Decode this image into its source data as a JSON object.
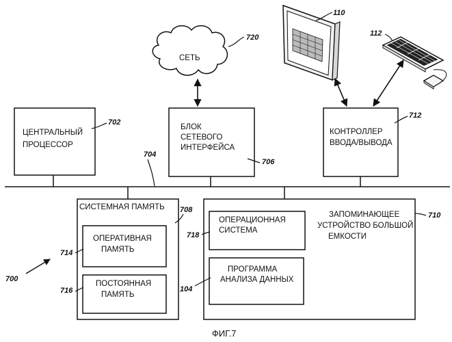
{
  "figure": {
    "caption": "ФИГ.7",
    "figure_ref": "700",
    "network": {
      "label": "СЕТЬ",
      "ref": "720"
    },
    "monitor": {
      "ref": "110"
    },
    "keyboard": {
      "ref": "112"
    },
    "cpu": {
      "line1": "ЦЕНТРАЛЬНЫЙ",
      "line2": "ПРОЦЕССОР",
      "ref": "702"
    },
    "nic": {
      "line1": "БЛОК",
      "line2": "СЕТЕВОГО",
      "line3": "ИНТЕРФЕЙСА",
      "ref": "706"
    },
    "io": {
      "line1": "КОНТРОЛЛЕР",
      "line2": "ВВОДА/ВЫВОДА",
      "ref": "712"
    },
    "bus": {
      "ref": "704"
    },
    "system_memory": {
      "title": "СИСТЕМНАЯ ПАМЯТЬ",
      "ref": "708"
    },
    "ram": {
      "line1": "ОПЕРАТИВНАЯ",
      "line2": "ПАМЯТЬ",
      "ref": "714"
    },
    "rom": {
      "line1": "ПОСТОЯННАЯ",
      "line2": "ПАМЯТЬ",
      "ref": "716"
    },
    "storage": {
      "line1": "ЗАПОМИНАЮЩЕЕ",
      "line2": "УСТРОЙСТВО БОЛЬШОЙ",
      "line3": "ЕМКОСТИ",
      "ref": "710"
    },
    "os": {
      "line1": "ОПЕРАЦИОННАЯ",
      "line2": "СИСТЕМА",
      "ref": "718"
    },
    "program": {
      "line1": "ПРОГРАММА",
      "line2": "АНАЛИЗА ДАННЫХ",
      "ref": "104"
    }
  }
}
